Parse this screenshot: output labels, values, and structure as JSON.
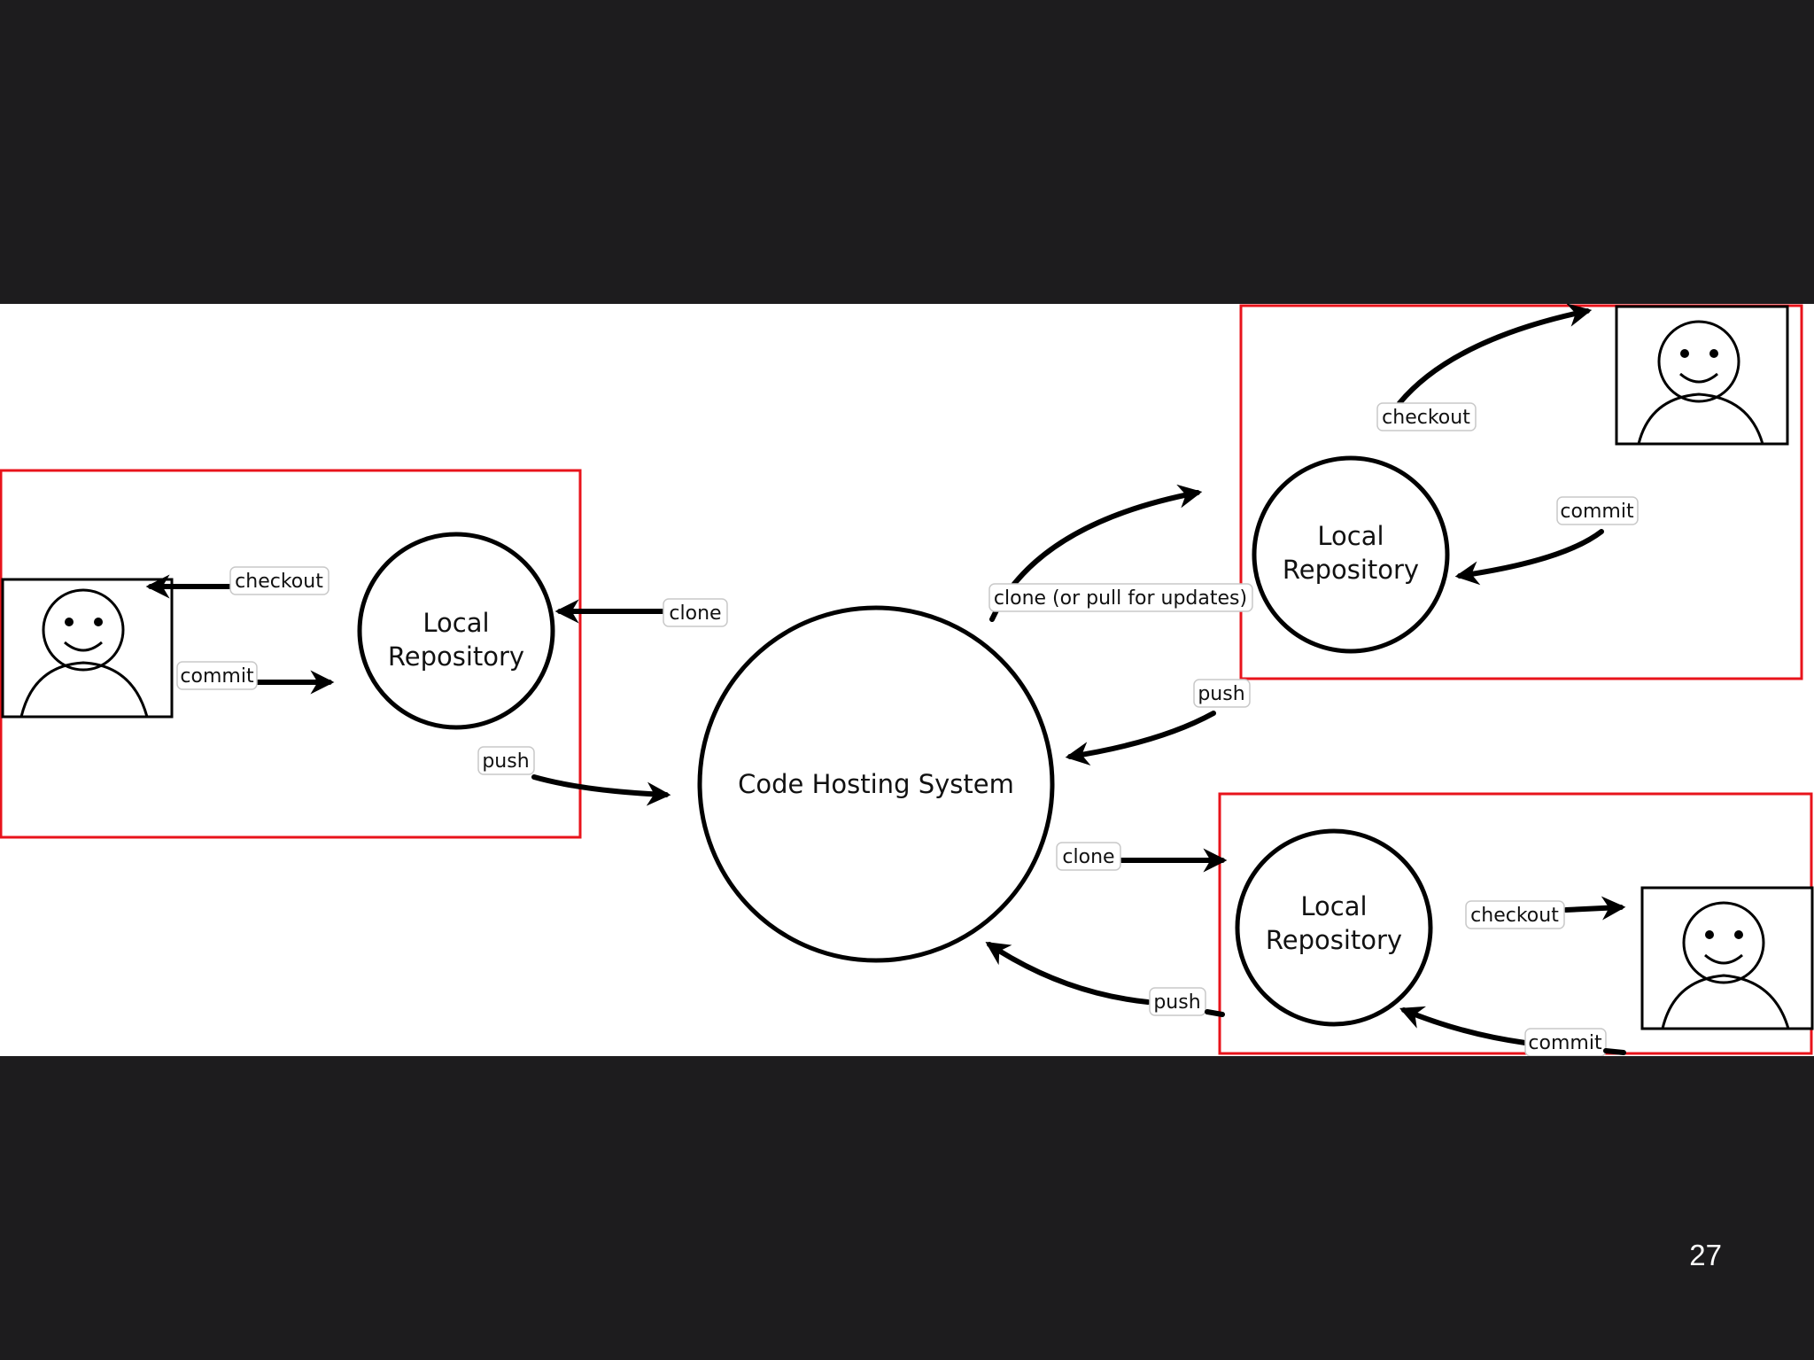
{
  "slide": {
    "page_number": "27",
    "colors": {
      "background": "#1d1c1e",
      "diagram_background": "#ffffff",
      "highlight_box": "#e8131b",
      "ink": "#000000",
      "page_number": "#ffffff"
    }
  },
  "diagram": {
    "center_node": {
      "label": "Code Hosting System"
    },
    "left_group": {
      "repo_line1": "Local",
      "repo_line2": "Repository",
      "checkout": "checkout",
      "commit": "commit",
      "clone": "clone",
      "push": "push",
      "person_icon": "smiley-person-icon"
    },
    "top_right_group": {
      "repo_line1": "Local",
      "repo_line2": "Repository",
      "checkout": "checkout",
      "commit": "commit",
      "clone": "clone (or pull for updates)",
      "push": "push",
      "person_icon": "smiley-person-icon"
    },
    "bottom_right_group": {
      "repo_line1": "Local",
      "repo_line2": "Repository",
      "checkout": "checkout",
      "commit": "commit",
      "clone": "clone",
      "push": "push",
      "person_icon": "smiley-person-icon"
    }
  }
}
